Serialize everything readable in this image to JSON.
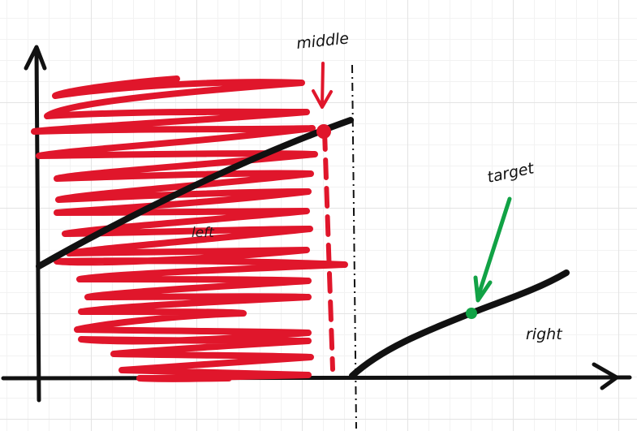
{
  "labels": {
    "middle": "middle",
    "target": "target",
    "right": "right",
    "left": "left"
  },
  "colors": {
    "ink": "#111111",
    "scribble": "#e0162b",
    "target": "#11a245"
  }
}
